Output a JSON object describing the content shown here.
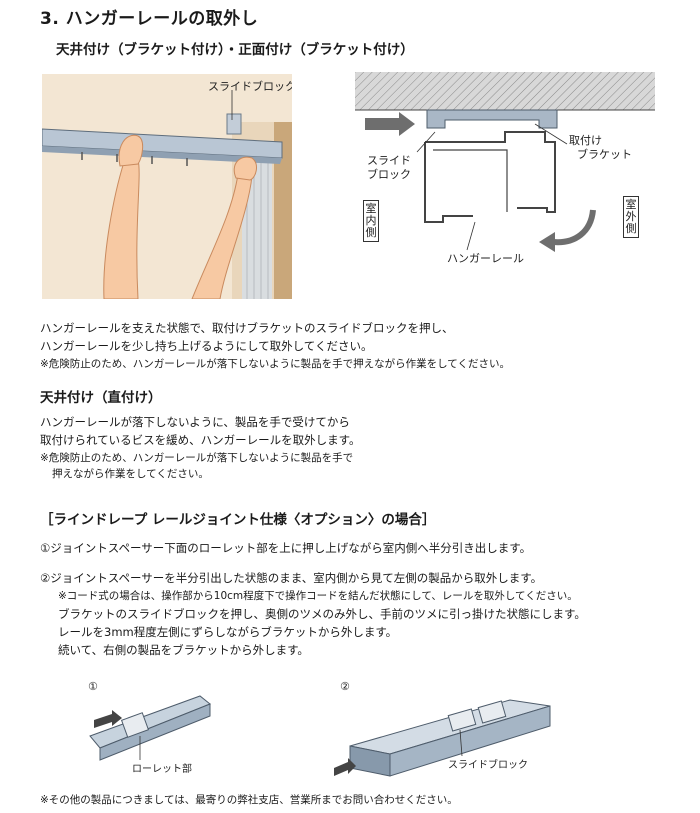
{
  "section_title": "3. ハンガーレールの取外し",
  "sub1": {
    "heading": "天井付け（ブラケット付け）・正面付け（ブラケット付け）",
    "fig_left_label": "スライドブロック",
    "fig_right_labels": {
      "bracket": "取付け\nブラケット",
      "slide_block": "スライド\nブロック",
      "indoor": "室内側",
      "outdoor": "室外側",
      "hanger_rail": "ハンガーレール"
    },
    "lines": [
      "ハンガーレールを支えた状態で、取付けブラケットのスライドブロックを押し、",
      "ハンガーレールを少し持ち上げるようにして取外してください。"
    ],
    "note": "※危険防止のため、ハンガーレールが落下しないように製品を手で押えながら作業をしてください。"
  },
  "sub2": {
    "heading": "天井付け（直付け）",
    "lines": [
      "ハンガーレールが落下しないように、製品を手で受けてから",
      "取付けられているビスを緩め、ハンガーレールを取外します。"
    ],
    "note_lines": [
      "※危険防止のため、ハンガーレールが落下しないように製品を手で",
      "押えながら作業をしてください。"
    ]
  },
  "sub3": {
    "heading": "［ラインドレープ レールジョイント仕様〈オプション〉の場合］",
    "step1": "①ジョイントスペーサー下面のローレット部を上に押し上げながら室内側へ半分引き出します。",
    "step2": "②ジョイントスペーサーを半分引出した状態のまま、室内側から見て左側の製品から取外します。",
    "step2_sub": [
      "※コード式の場合は、操作部から10cm程度下で操作コードを結んだ状態にして、レールを取外してください。",
      "ブラケットのスライドブロックを押し、奥側のツメのみ外し、手前のツメに引っ掛けた状態にします。",
      "レールを3mm程度左側にずらしながらブラケットから外します。",
      "続いて、右側の製品をブラケットから外します。"
    ],
    "fig1_num": "①",
    "fig1_label": "ローレット部",
    "fig2_num": "②",
    "fig2_label": "スライドブロック"
  },
  "footer_note": "※その他の製品につきましては、最寄りの弊社支店、営業所までお問い合わせください。"
}
